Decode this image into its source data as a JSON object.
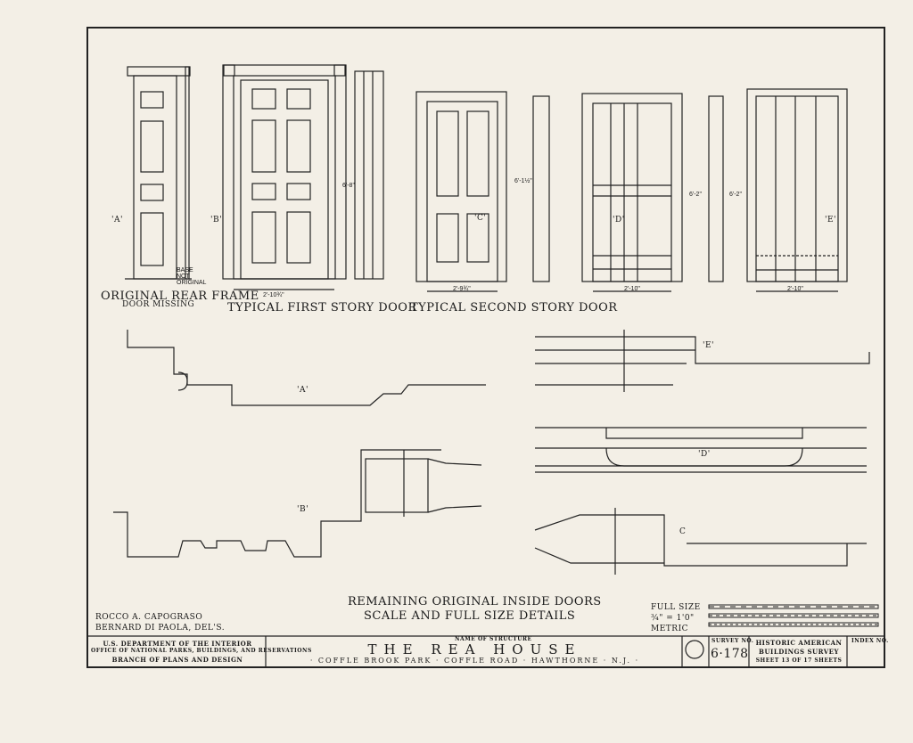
{
  "views": {
    "rear_frame_title": "ORIGINAL REAR FRAME",
    "rear_frame_sub": "DOOR MISSING",
    "first_story_title": "TYPICAL FIRST STORY DOOR",
    "second_story_title": "TYPICAL SECOND STORY DOOR",
    "base_note": "BASE NOT ORIGINAL"
  },
  "dimensions": {
    "first_width": "2'-10¾\"",
    "second_width": "2'-9¾\"",
    "third_width": "2'-10\"",
    "fourth_width": "2'-10\"",
    "first_height": "6'-8\"",
    "second_height": "6'-1½\"",
    "third_height": "6'-2\"",
    "fourth_height": "6'-2\""
  },
  "section_marks": {
    "a": "'A'",
    "b": "'B'",
    "c": "'C'",
    "d": "'D'",
    "e": "'E'"
  },
  "details": {
    "a": "'A'",
    "b": "'B'",
    "c": "C",
    "d": "'D'",
    "e": "'E'"
  },
  "caption": {
    "line1": "REMAINING ORIGINAL INSIDE DOORS",
    "line2": "SCALE AND FULL SIZE DETAILS"
  },
  "scale": {
    "full": "FULL SIZE",
    "three_quarter": "¾\" = 1'0\"",
    "metric": "METRIC"
  },
  "delineators": {
    "line1": "ROCCO A. CAPOGRASO",
    "line2": "BERNARD DI PAOLA, DEL'S."
  },
  "title_block": {
    "agency1": "U.S. DEPARTMENT OF THE INTERIOR",
    "agency2": "OFFICE OF NATIONAL PARKS, BUILDINGS, AND RESERVATIONS",
    "agency3": "BRANCH OF PLANS AND DESIGN",
    "structure_label": "NAME OF STRUCTURE",
    "structure_name": "THE  REA  HOUSE",
    "location": "· COFFLE BROOK PARK · COFFLE ROAD · HAWTHORNE · N.J. ·",
    "survey_label": "SURVEY NO.",
    "survey_no": "6·178",
    "habs1": "HISTORIC AMERICAN",
    "habs2": "BUILDINGS SURVEY",
    "sheet": "SHEET 13 OF 17 SHEETS",
    "index_label": "INDEX NO."
  }
}
